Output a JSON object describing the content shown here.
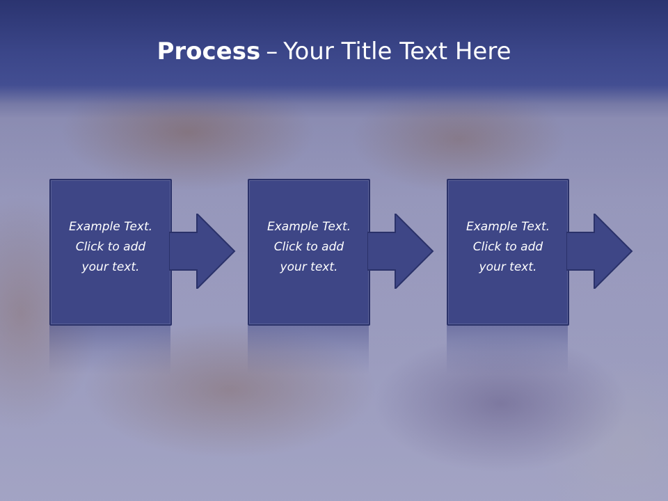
{
  "slide": {
    "title_bold": "Process",
    "title_separator": "–",
    "title_rest": "Your Title Text Here"
  },
  "steps": [
    {
      "text": "Example Text.\nClick  to add\nyour text."
    },
    {
      "text": "Example Text.\nClick  to add\nyour text."
    },
    {
      "text": "Example Text.\nClick  to add\nyour text."
    }
  ],
  "colors": {
    "box_fill": "#3e4686",
    "box_border": "#2a3169",
    "title_band": "#3b4689",
    "text": "#ffffff"
  },
  "icons": {
    "arrow": "right-arrow-icon"
  }
}
